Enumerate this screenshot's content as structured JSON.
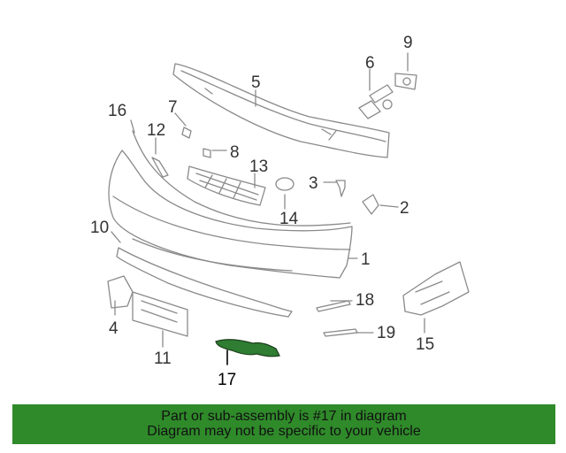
{
  "callouts": {
    "c1": "1",
    "c2": "2",
    "c3": "3",
    "c4": "4",
    "c5": "5",
    "c6": "6",
    "c7": "7",
    "c8": "8",
    "c9": "9",
    "c10": "10",
    "c11": "11",
    "c12": "12",
    "c13": "13",
    "c14": "14",
    "c15": "15",
    "c16": "16",
    "c17": "17",
    "c18": "18",
    "c19": "19"
  },
  "highlighted_part": "17",
  "colors": {
    "highlight_fill": "#2e7d32",
    "banner_bg": "#2f8a2a",
    "line": "#8a8a8a"
  },
  "banner": {
    "line1": "Part or sub-assembly is #17 in diagram",
    "line2": "Diagram may not be specific to your vehicle"
  }
}
